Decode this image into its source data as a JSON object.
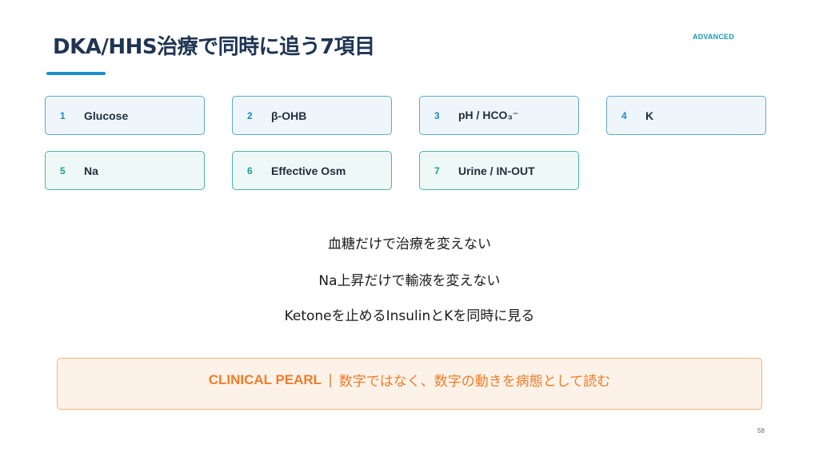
{
  "slide": {
    "title": "DKA/HHS治療で同時に追う7項目",
    "badge": "ADVANCED",
    "page_number": "58"
  },
  "items": [
    {
      "num": "1",
      "label": "Glucose",
      "style": "blue"
    },
    {
      "num": "2",
      "label": "β-OHB",
      "style": "blue"
    },
    {
      "num": "3",
      "label": "pH / HCO₃⁻",
      "style": "blue"
    },
    {
      "num": "4",
      "label": "K",
      "style": "blue"
    },
    {
      "num": "5",
      "label": "Na",
      "style": "teal"
    },
    {
      "num": "6",
      "label": "Effective Osm",
      "style": "teal"
    },
    {
      "num": "7",
      "label": "Urine / IN-OUT",
      "style": "teal"
    }
  ],
  "statements": [
    "血糖だけで治療を変えない",
    "Na上昇だけで輸液を変えない",
    "Ketoneを止めるInsulinとKを同時に見る"
  ],
  "pearl": {
    "label": "CLINICAL PEARL",
    "separator": "|",
    "text": "数字ではなく、数字の動きを病態として読む"
  },
  "colors": {
    "title": "#1f3552",
    "accent_blue": "#1e8fcc",
    "accent_teal": "#16a08e",
    "pearl_orange": "#ee7d2a"
  }
}
